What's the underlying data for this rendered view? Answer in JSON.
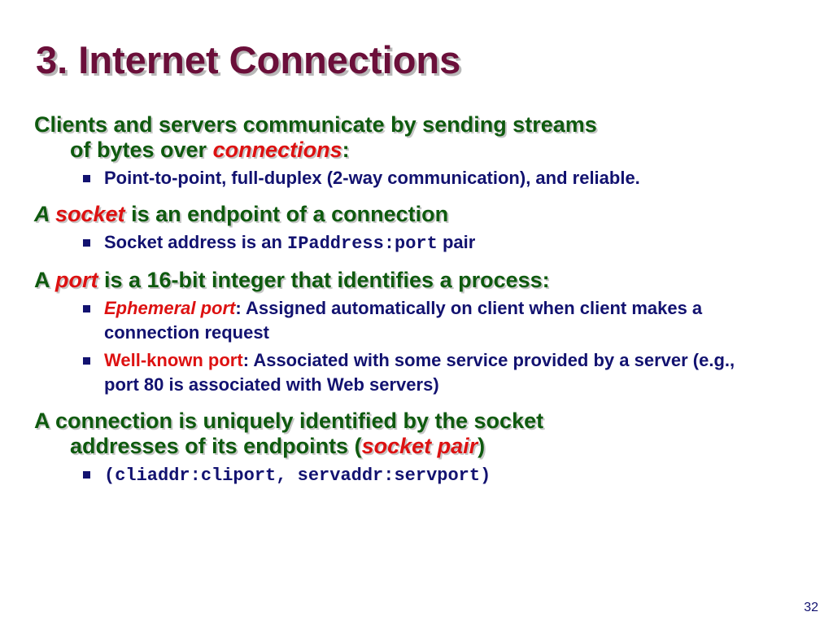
{
  "slide": {
    "title": "3. Internet Connections",
    "page_number": "32",
    "p1": {
      "line1": "Clients and servers communicate by sending streams",
      "line2_pre": "of bytes over ",
      "line2_em": "connections",
      "line2_post": ":",
      "b1": "Point-to-point, full-duplex (2-way communication), and reliable."
    },
    "p2": {
      "pre": "A ",
      "em": "socket",
      "post": " is an endpoint of a connection",
      "b1_pre": "Socket address is an ",
      "b1_code": "IPaddress:port",
      "b1_post": " pair"
    },
    "p3": {
      "pre": "A ",
      "em": "port",
      "post": " is a 16-bit integer that identifies a process:",
      "b1_em": "Ephemeral port",
      "b1_text": ": Assigned automatically on client when client makes a connection request",
      "b2_red": "Well-known port",
      "b2_text": ": Associated with some service provided by a server (e.g., port 80 is associated with Web servers)"
    },
    "p4": {
      "line1": "A connection is uniquely identified by the socket",
      "line2_pre": "addresses of its endpoints (",
      "line2_em": "socket pair",
      "line2_post": ")",
      "b1_code": "(cliaddr:cliport, servaddr:servport)"
    }
  }
}
